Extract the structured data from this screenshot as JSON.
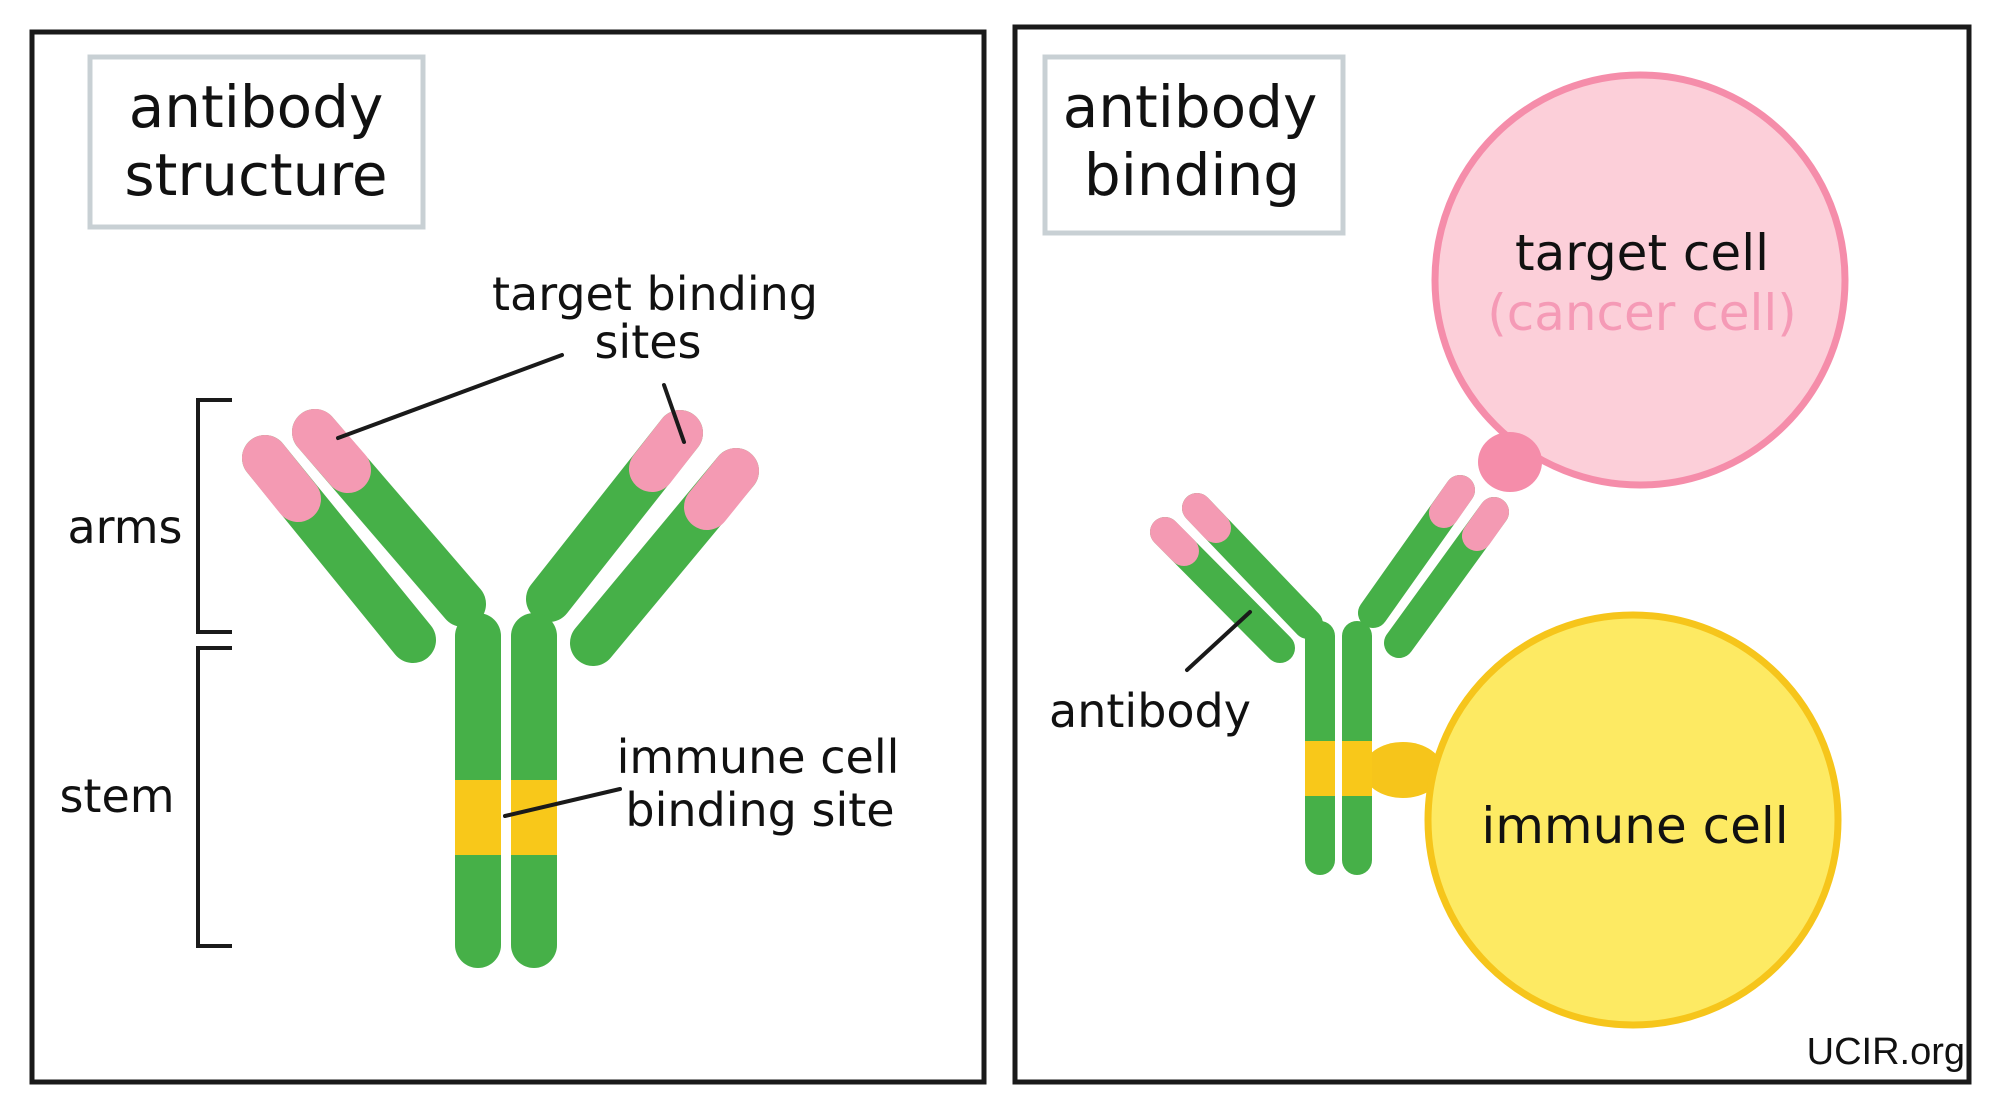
{
  "colors": {
    "frame": "#1a1a1a",
    "title_box_border": "#c8d0d4",
    "antibody_green": "#46b048",
    "antibody_pink": "#f49ab3",
    "antibody_yellow": "#f8c81a",
    "target_cell_fill": "#fccfd9",
    "target_cell_stroke": "#f58daa",
    "target_cell_subtitle": "#f59ab6",
    "immune_cell_fill": "#fdea63",
    "immune_cell_stroke": "#f6c51b"
  },
  "left_panel": {
    "title_line1": "antibody",
    "title_line2": "structure",
    "label_target_line1": "target binding",
    "label_target_line2": "sites",
    "label_arms": "arms",
    "label_stem": "stem",
    "label_immune_line1": "immune cell",
    "label_immune_line2": "binding site"
  },
  "right_panel": {
    "title_line1": "antibody",
    "title_line2": "binding",
    "target_cell_line1": "target cell",
    "target_cell_line2": "(cancer cell)",
    "immune_cell_label": "immune cell",
    "antibody_label": "antibody",
    "credit": "UCIR.org"
  }
}
